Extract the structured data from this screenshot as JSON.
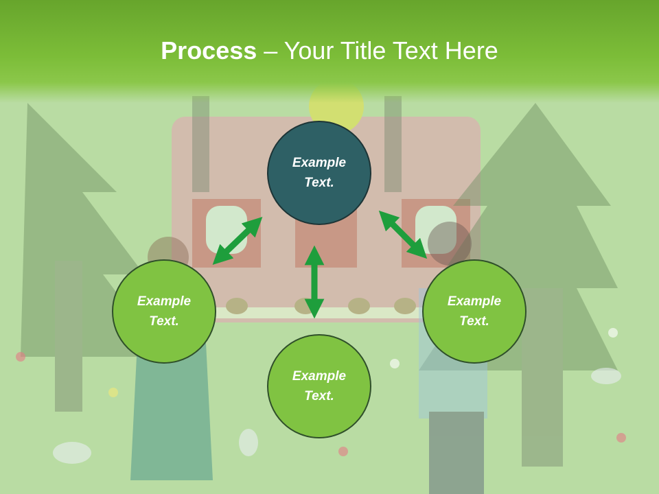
{
  "slide": {
    "title_bold": "Process",
    "title_rest": " – Your Title Text Here"
  },
  "diagram": {
    "nodes": [
      {
        "id": "top",
        "label": "Example Text."
      },
      {
        "id": "left",
        "label": "Example Text."
      },
      {
        "id": "right",
        "label": "Example Text."
      },
      {
        "id": "bottom",
        "label": "Example Text."
      }
    ],
    "colors": {
      "header": "#7cbd38",
      "node_green": "#80c342",
      "node_teal": "#2e6065",
      "arrow": "#1e9e3c",
      "background": "#b9dca3"
    }
  }
}
